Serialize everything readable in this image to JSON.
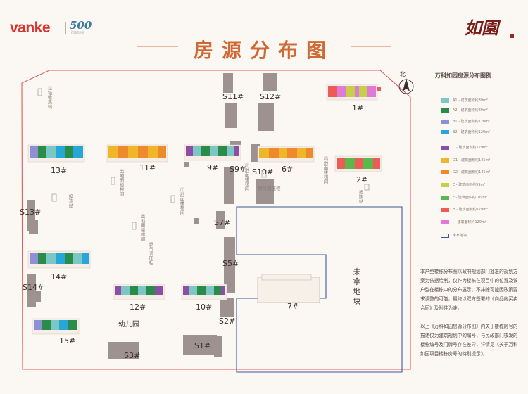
{
  "header": {
    "brand": "vanke",
    "brand_500": "500",
    "brand_500_sub": "FORTUNE",
    "project_logo": "如園",
    "title": "房源分布图"
  },
  "colors": {
    "A1": "#7cc7c4",
    "A2": "#2a8c4a",
    "B1": "#8f8fd6",
    "B2": "#27a7d8",
    "C": "#8b4fa6",
    "D1": "#f0b62a",
    "D2": "#ee8a2c",
    "E": "#c5d048",
    "F": "#5cb84a",
    "H": "#ee5a55",
    "I": "#e07ad6",
    "gray": "#9d9290",
    "site_border": "#e05a5a",
    "unused_border": "#3c5a98",
    "title": "#d06a35"
  },
  "map": {
    "north_label": "北",
    "north_icon": "compass-arrow-icon",
    "buildings": [
      {
        "id": "b1",
        "label": "1#"
      },
      {
        "id": "b2",
        "label": "2#"
      },
      {
        "id": "b6",
        "label": "6#"
      },
      {
        "id": "b7",
        "label": "7#"
      },
      {
        "id": "b9",
        "label": "9#"
      },
      {
        "id": "b10",
        "label": "10#"
      },
      {
        "id": "b11",
        "label": "11#"
      },
      {
        "id": "b12",
        "label": "12#"
      },
      {
        "id": "b13",
        "label": "13#"
      },
      {
        "id": "b14",
        "label": "14#"
      },
      {
        "id": "b15",
        "label": "15#"
      }
    ],
    "service_blocks": [
      {
        "id": "s1",
        "label": "S1#"
      },
      {
        "id": "s2",
        "label": "S2#"
      },
      {
        "id": "s3",
        "label": "S3#"
      },
      {
        "id": "s5",
        "label": "S5#"
      },
      {
        "id": "s7",
        "label": "S7#"
      },
      {
        "id": "s9",
        "label": "S9#"
      },
      {
        "id": "s10",
        "label": "S10#"
      },
      {
        "id": "s11",
        "label": "S11#"
      },
      {
        "id": "s12",
        "label": "S12#"
      },
      {
        "id": "s13",
        "label": "S13#"
      },
      {
        "id": "s14",
        "label": "S14#"
      }
    ],
    "facilities": {
      "garbage": "垃圾收集站",
      "exit_1": "出地面楼梯间",
      "exit_2": "出地面楼梯间",
      "exit_3": "出地面楼梯间",
      "exit_4": "出地面楼梯间",
      "exit_5": "出地面楼梯间",
      "gas_1": "燃气调压柜",
      "gas_2": "燃气调压柜",
      "heat_1": "换热站",
      "heat_2": "换热站",
      "kindergarten": "幼儿园",
      "unused": "未拿地块"
    }
  },
  "legend": {
    "title": "万科如园房源分布图例",
    "items": [
      {
        "code": "A1",
        "text": "A1 - 建筑面积约89m²"
      },
      {
        "code": "A2",
        "text": "A2 - 建筑面积约89m²"
      },
      {
        "code": "B1",
        "text": "B1 - 建筑面积约120m²"
      },
      {
        "code": "B2",
        "text": "B2 - 建筑面积约120m²"
      },
      {
        "code": "C",
        "text": "C - 建筑面积约129m²"
      },
      {
        "code": "D1",
        "text": "D1 - 建筑面积约145m²"
      },
      {
        "code": "D2",
        "text": "D2 - 建筑面积约145m²"
      },
      {
        "code": "E",
        "text": "E - 建筑面积约99m²"
      },
      {
        "code": "F",
        "text": "F - 建筑面积约109m²"
      },
      {
        "code": "H",
        "text": "H - 建筑面积约179m²"
      },
      {
        "code": "I",
        "text": "I - 建筑面积约129m²"
      }
    ],
    "unused_text": "未拿地块"
  },
  "notes": {
    "p1": "本户型楼栋分布图以政府规划部门批准的规划方案为依据绘制，仅作为楼栋在项目中的位置及该户型在楼栋中的分布展示，不排除可能因政策要求调整的可能，最终以双方签署的《商品房买卖合同》及附件为准。",
    "p2": "以上《万科如园房源分布图》内关于楼栋房号的描述仅为建筑规划中的编号，与民政部门核发的楼栋编号及门牌号存在差异，详情见《关于万科如园项目楼栋房号的特别提示》。"
  }
}
